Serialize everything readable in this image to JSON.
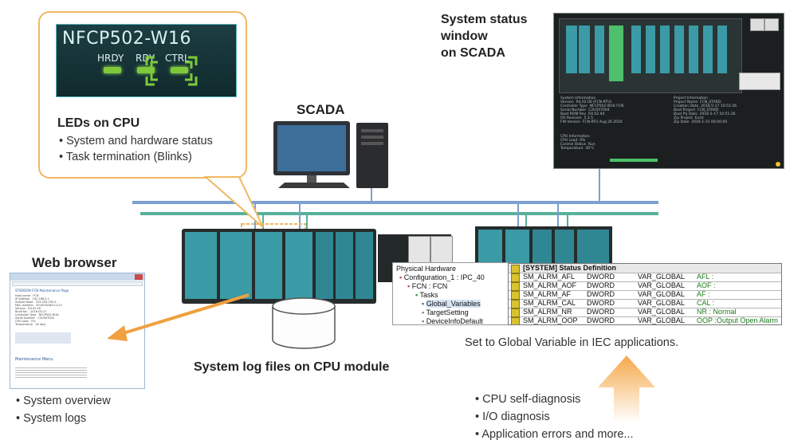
{
  "led_panel": {
    "model": "NFCP502-W16",
    "labels": [
      "HRDY",
      "RDY",
      "CTRL"
    ],
    "title": "LEDs on CPU",
    "bullets": [
      "System and hardware status",
      "Task termination (Blinks)"
    ]
  },
  "status_window": {
    "title_lines": [
      "System status",
      "window",
      "on SCADA"
    ],
    "info_left": [
      [
        "System Information",
        ""
      ],
      [
        "Version",
        "R4.02.00 (FCN-RTU)"
      ],
      [
        "Controller Type",
        "NFCP502-W16 FCN"
      ],
      [
        "Serial Number",
        "C2U507004"
      ],
      [
        "Boot ROM Rev",
        "R4.02.04"
      ],
      [
        "OS Revision",
        "5.3.5"
      ],
      [
        "FW Version",
        "FCN-RTU Aug 26 2016"
      ]
    ],
    "info_right": [
      [
        "Project Information",
        ""
      ],
      [
        "Project Name",
        "FCN_STARD"
      ],
      [
        "Creation Date",
        "2016-5-17 10:51:26"
      ],
      [
        "Boot Project",
        "FCN_STARD"
      ],
      [
        "Boot Prj Date",
        "2016-5-17 10:51:26"
      ],
      [
        "Zip Project",
        "Exist"
      ],
      [
        "Zip Date",
        "2016-1-31 00:00:00"
      ]
    ],
    "cpu_info": [
      [
        "CPU Information",
        ""
      ],
      [
        "CPU Load",
        "0%"
      ],
      [
        "Control Status",
        "Run"
      ],
      [
        "Temperature",
        "40°C"
      ]
    ]
  },
  "scada_label": "SCADA",
  "web_browser": {
    "title": "Web browser",
    "page_heading": "STARDOM FCN Maintenance Page",
    "rows": [
      [
        "Host name",
        "FCN"
      ],
      [
        "IP Address",
        "192.168.0.1"
      ],
      [
        "Subnet Mask",
        "255.255.255.0"
      ],
      [
        "MAC Address",
        "00:00:64:80:11:22"
      ],
      [
        "Version",
        "R4.02.00"
      ],
      [
        "Build No.",
        "2016-05-17"
      ],
      [
        "Controller Type",
        "NFCP502-W16"
      ],
      [
        "Serial Number",
        "C2U507004"
      ],
      [
        "CPU Load",
        "0%"
      ],
      [
        "Temperature",
        "40 deg"
      ]
    ],
    "footer_heading": "Maintenance Menu",
    "bullets": [
      "System overview",
      "System logs"
    ]
  },
  "system_log_caption": "System log files on CPU module",
  "tree_popup": {
    "items": [
      "Physical Hardware",
      "Configuration_1 : IPC_40",
      "FCN : FCN",
      "Tasks",
      "Global_Variables",
      "TargetSetting",
      "DeviceInfoDefault"
    ]
  },
  "var_table": {
    "header": "[SYSTEM] Status Definition",
    "rows": [
      [
        "SM_ALRM_AFL",
        "DWORD",
        "VAR_GLOBAL",
        "AFL :"
      ],
      [
        "SM_ALRM_AOF",
        "DWORD",
        "VAR_GLOBAL",
        "AOF :"
      ],
      [
        "SM_ALRM_AF",
        "DWORD",
        "VAR_GLOBAL",
        "AF :"
      ],
      [
        "SM_ALRM_CAL",
        "DWORD",
        "VAR_GLOBAL",
        "CAL :"
      ],
      [
        "SM_ALRM_NR",
        "DWORD",
        "VAR_GLOBAL",
        "NR : Normal"
      ],
      [
        "SM_ALRM_OOP",
        "DWORD",
        "VAR_GLOBAL",
        "OOP :Output Open Alarm"
      ]
    ]
  },
  "iec_caption": "Set to Global Variable in IEC applications.",
  "diagnosis_list": [
    "CPU self-diagnosis",
    "I/O diagnosis",
    "Application errors and more..."
  ],
  "colors": {
    "callout_border": "#f0b860",
    "arrow_orange": "#f0a040",
    "network_blue": "#7ca0d0",
    "network_teal": "#58b09a",
    "module_teal": "#3a9aa5",
    "led_green": "#7ec83a"
  }
}
